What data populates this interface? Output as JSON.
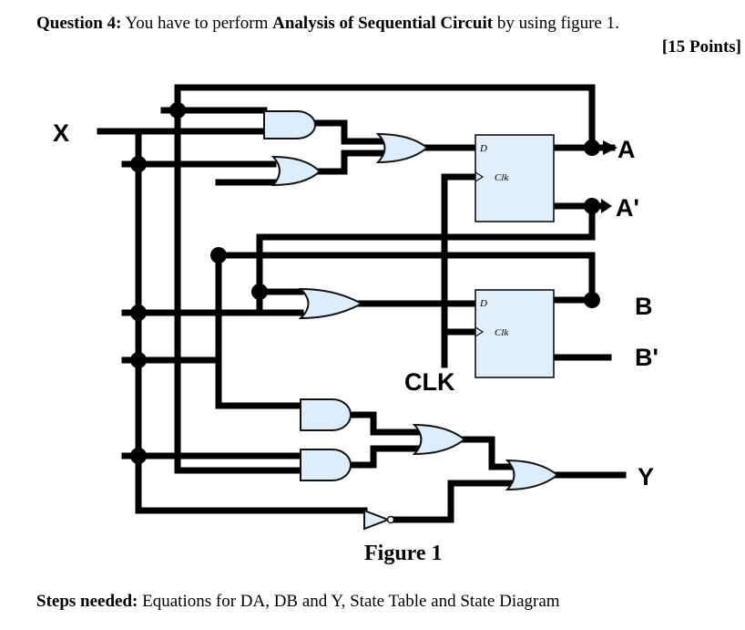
{
  "question": {
    "prefix": "Question 4:",
    "text1": " You have to perform ",
    "emphasis": "Analysis of Sequential Circuit",
    "text2": " by using figure 1.",
    "points": "[15 Points]"
  },
  "figure": {
    "caption": "Figure 1",
    "labels": {
      "x": "X",
      "a": "A",
      "a_not": "A'",
      "b": "B",
      "b_not": "B'",
      "clk": "CLK",
      "y": "Y"
    },
    "ff_pins": {
      "d": "D",
      "clk": "Clk"
    }
  },
  "steps": {
    "prefix": "Steps needed:",
    "text": " Equations for DA, DB and Y, State Table and State Diagram"
  }
}
